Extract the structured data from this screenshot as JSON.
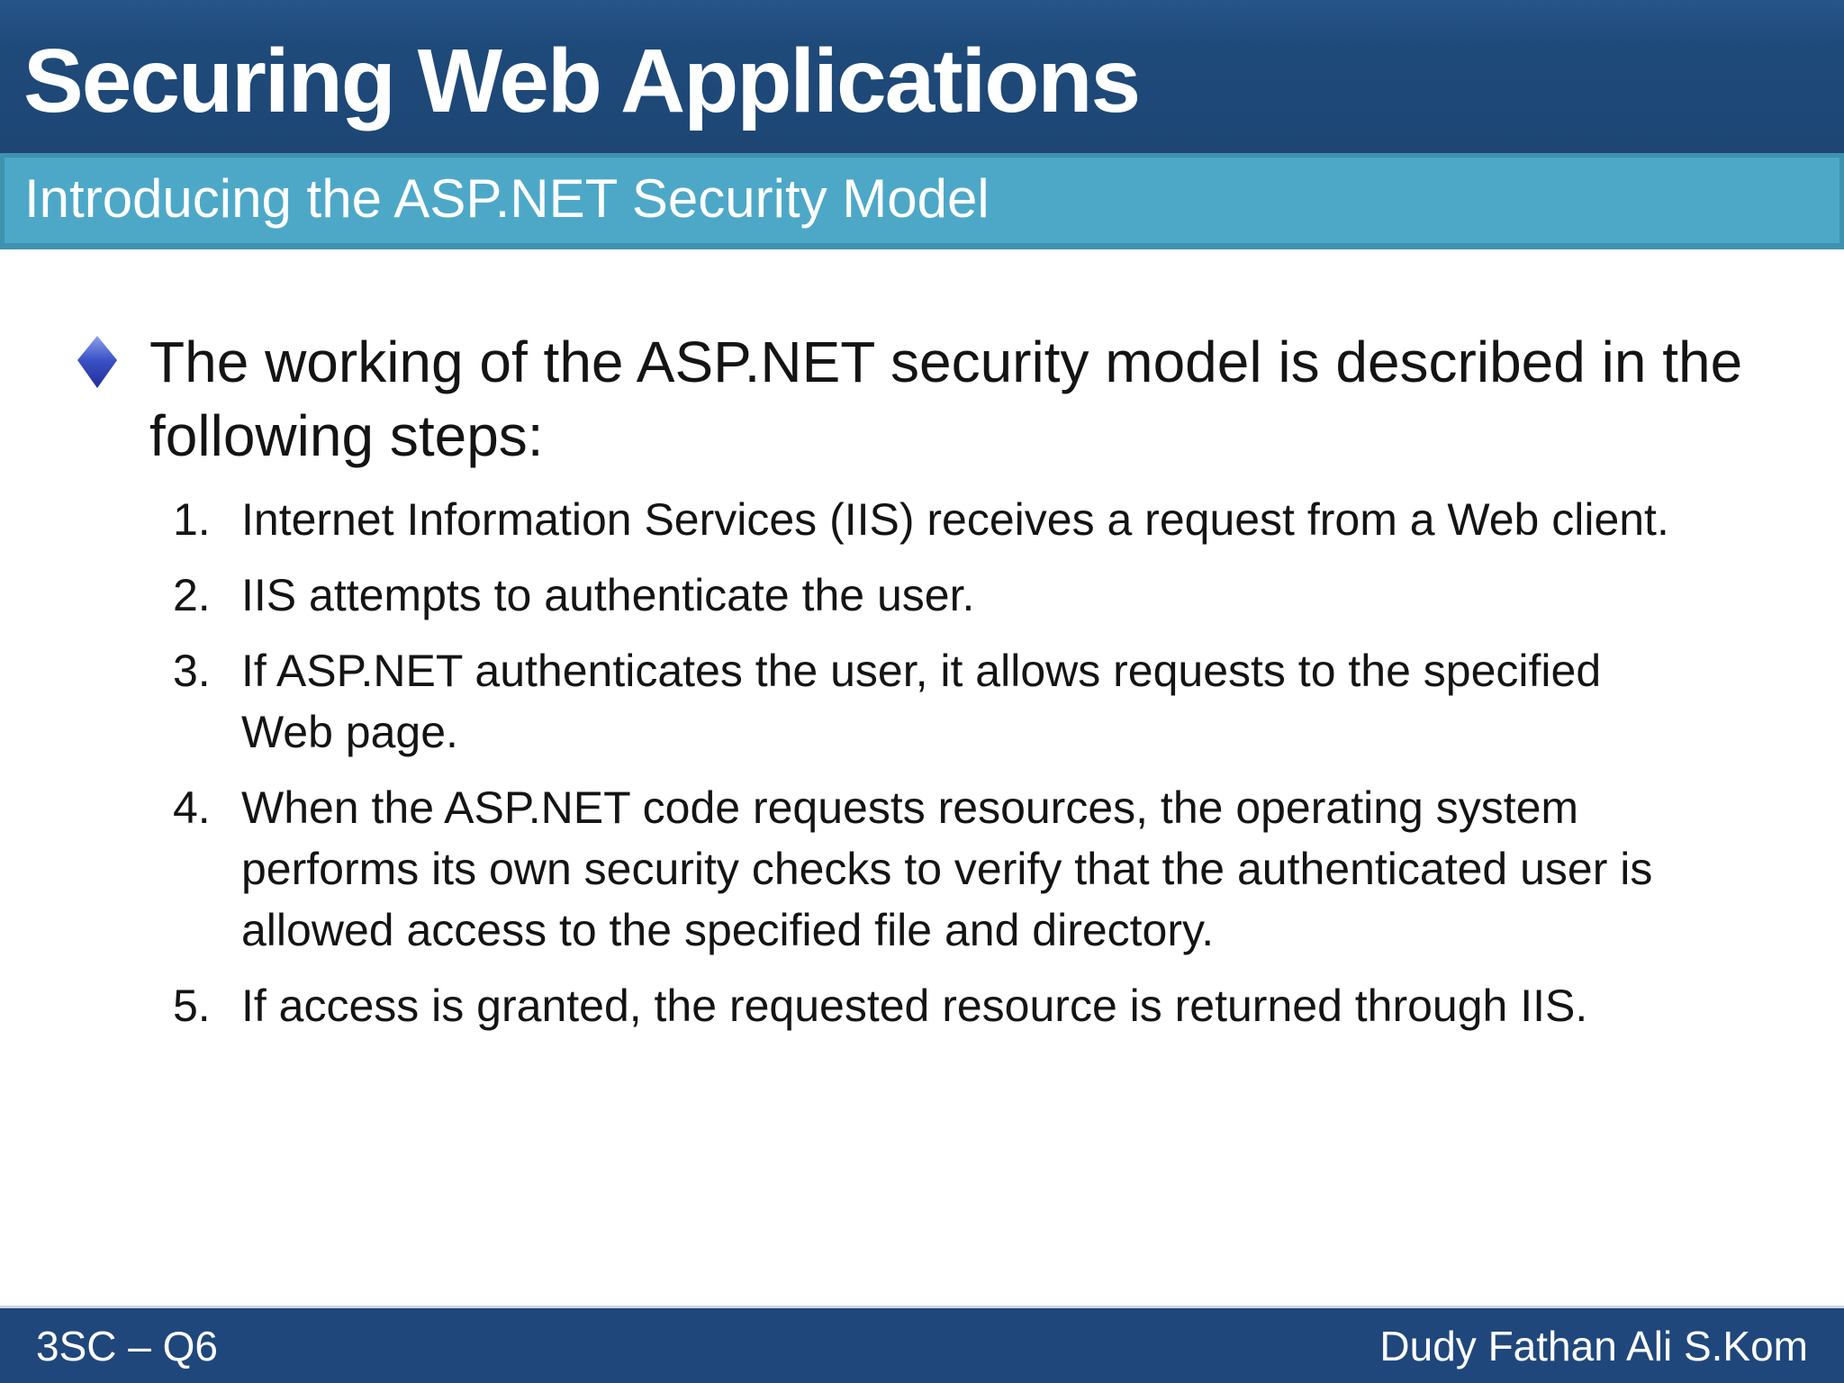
{
  "slide": {
    "title": "Securing Web Applications",
    "subtitle": "Introducing the ASP.NET Security Model",
    "bullet_text": "The working of the ASP.NET security model is described in the following steps:",
    "steps": [
      {
        "number": "1.",
        "text": "Internet Information Services (IIS) receives a request from a Web client."
      },
      {
        "number": "2.",
        "text": "IIS attempts to authenticate the user."
      },
      {
        "number": "3.",
        "text": "If ASP.NET authenticates the user, it allows requests to the specified Web page."
      },
      {
        "number": "4.",
        "text": "When the ASP.NET code requests resources, the operating system performs its own security checks to verify that the authenticated user is allowed access to the specified file and directory."
      },
      {
        "number": "5.",
        "text": "If access is granted, the requested resource is returned through IIS."
      }
    ],
    "footer": {
      "left": "3SC – Q6",
      "right": "Dudy Fathan Ali S.Kom"
    },
    "icons": {
      "bullet": "diamond-bullet-icon"
    },
    "colors": {
      "title_bar": "#1E4A7A",
      "subtitle_fill": "#4DA8C8",
      "subtitle_border": "#3E92AE",
      "footer_bar": "#20477B",
      "footer_rule": "#CBD8E0",
      "body_text": "#141414",
      "diamond_top": "#5B79D6",
      "diamond_bottom": "#25369F",
      "text_on_dark": "#FFFFFF"
    }
  }
}
